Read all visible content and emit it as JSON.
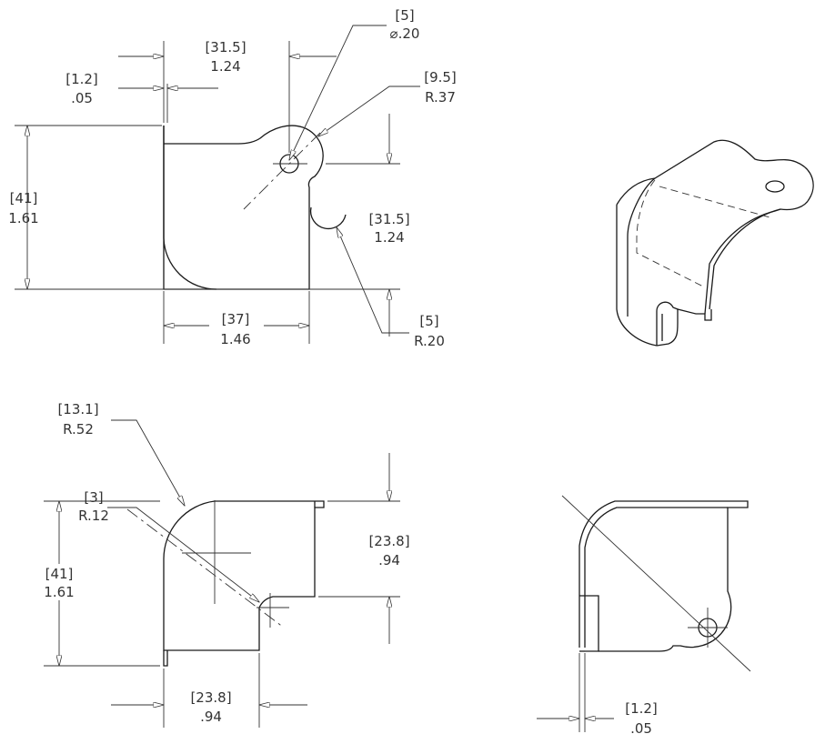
{
  "views": {
    "front": {
      "top_width": {
        "metric": "[31.5]",
        "imperial": "1.24"
      },
      "thickness": {
        "metric": "[1.2]",
        "imperial": ".05"
      },
      "hole_dia": {
        "metric": "[5]",
        "imperial": "⌀.20"
      },
      "ear_radius": {
        "metric": "[9.5]",
        "imperial": "R.37"
      },
      "height": {
        "metric": "[41]",
        "imperial": "1.61"
      },
      "ear_height": {
        "metric": "[31.5]",
        "imperial": "1.24"
      },
      "bottom_width": {
        "metric": "[37]",
        "imperial": "1.46"
      },
      "notch_radius": {
        "metric": "[5]",
        "imperial": "R.20"
      }
    },
    "top": {
      "outer_radius": {
        "metric": "[13.1]",
        "imperial": "R.52"
      },
      "inner_radius": {
        "metric": "[3]",
        "imperial": "R.12"
      },
      "height": {
        "metric": "[41]",
        "imperial": "1.61"
      },
      "right_height": {
        "metric": "[23.8]",
        "imperial": ".94"
      },
      "bottom_width": {
        "metric": "[23.8]",
        "imperial": ".94"
      }
    },
    "side": {
      "thickness": {
        "metric": "[1.2]",
        "imperial": ".05"
      }
    }
  },
  "icons": {
    "arrowheads": "dimension-arrow",
    "center_mark": "crosshair"
  }
}
